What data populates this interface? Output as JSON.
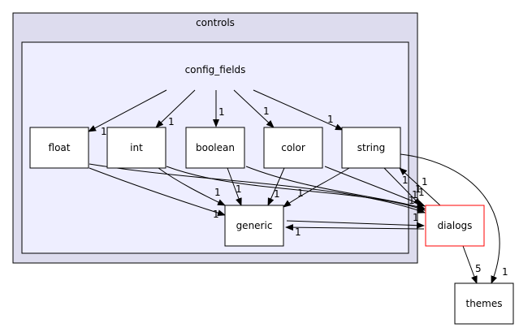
{
  "clusters": {
    "outer": {
      "label": "controls"
    },
    "inner": {
      "label": "config_fields"
    }
  },
  "nodes": {
    "float": "float",
    "int": "int",
    "boolean": "boolean",
    "color": "color",
    "string": "string",
    "generic": "generic",
    "dialogs": "dialogs",
    "themes": "themes"
  },
  "edges": {
    "cf_float": "1",
    "cf_int": "1",
    "cf_boolean": "1",
    "cf_color": "1",
    "cf_string": "1",
    "float_generic": "1",
    "int_generic": "1",
    "boolean_generic": "1",
    "color_generic": "1",
    "string_generic": "1",
    "float_dialogs": "1",
    "int_dialogs": "1",
    "boolean_dialogs": "1",
    "color_dialogs": "1",
    "string_dialogs": "1",
    "dialogs_string": "1",
    "generic_dialogs": "1",
    "dialogs_generic": "1",
    "dialogs_themes": "5",
    "string_themes": "1"
  },
  "colors": {
    "outer_fill": "#dddcee",
    "inner_fill": "#eeeeff",
    "highlight_border": "#ff0000",
    "edge": "#000000"
  }
}
